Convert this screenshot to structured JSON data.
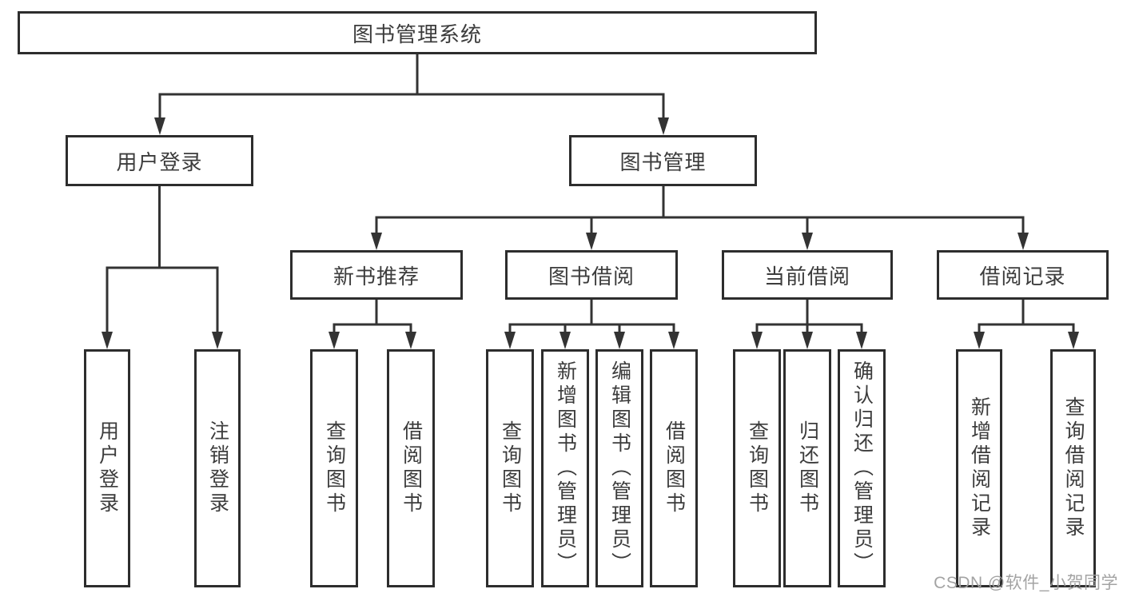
{
  "tree": {
    "label": "图书管理系统",
    "children": [
      {
        "label": "用户登录",
        "children": [
          {
            "label": "用户登录"
          },
          {
            "label": "注销登录"
          }
        ]
      },
      {
        "label": "图书管理",
        "children": [
          {
            "label": "新书推荐",
            "children": [
              {
                "label": "查询图书"
              },
              {
                "label": "借阅图书"
              }
            ]
          },
          {
            "label": "图书借阅",
            "children": [
              {
                "label": "查询图书"
              },
              {
                "label": "新增图书（管理员）"
              },
              {
                "label": "编辑图书（管理员）"
              },
              {
                "label": "借阅图书"
              }
            ]
          },
          {
            "label": "当前借阅",
            "children": [
              {
                "label": "查询图书"
              },
              {
                "label": "归还图书"
              },
              {
                "label": "确认归还（管理员）"
              }
            ]
          },
          {
            "label": "借阅记录",
            "children": [
              {
                "label": "新增借阅记录"
              },
              {
                "label": "查询借阅记录"
              }
            ]
          }
        ]
      }
    ]
  },
  "watermark": {
    "text": "CSDN @软件_小贺同学"
  },
  "colors": {
    "line": "#333333",
    "box_border": "#2d2d2d",
    "text": "#3c3c3c",
    "watermark": "#9e9e9e",
    "background": "#ffffff"
  }
}
